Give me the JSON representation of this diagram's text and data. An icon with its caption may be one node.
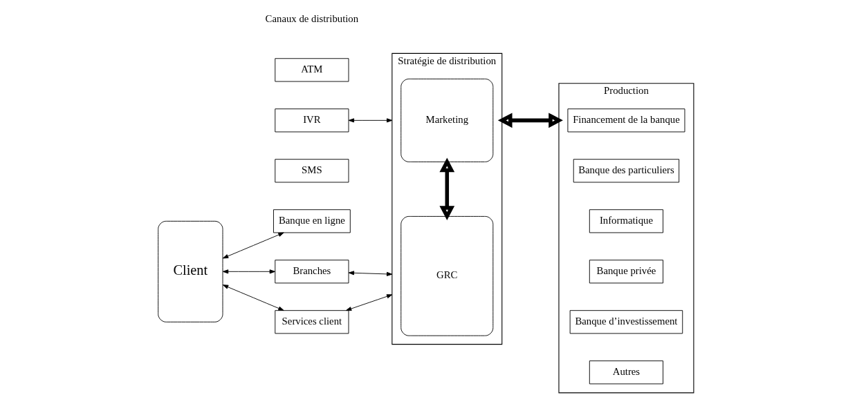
{
  "diagram": {
    "nodes": [
      {
        "text": [
          "Client"
        ]
      },
      {
        "text": [
          "ATM"
        ]
      },
      {
        "text": [
          "IVR"
        ]
      },
      {
        "text": [
          "SMS"
        ]
      },
      {
        "text": [
          "Banque en ligne"
        ]
      },
      {
        "text": [
          "Branches"
        ]
      },
      {
        "text": [
          "Services client"
        ]
      },
      {
        "text": [
          "Stratégie de distribution"
        ]
      },
      {
        "text": [
          "Marketing"
        ],
        "in": 7
      },
      {
        "text": [
          "GRC"
        ],
        "in": 7
      },
      {
        "text": [
          "Production"
        ]
      },
      {
        "text": [
          "Financement de la banque"
        ],
        "in": 10
      },
      {
        "text": [
          "Banque des particuliers"
        ],
        "in": 10
      },
      {
        "text": [
          "Informatique"
        ],
        "in": 10
      },
      {
        "text": [
          "Banque privée"
        ],
        "in": 10
      },
      {
        "text": [
          "Banque d’investissement"
        ],
        "in": 10
      },
      {
        "text": [
          "Autres"
        ],
        "in": 10
      }
    ],
    "edges": [
      {
        "from": 0,
        "to": 4,
        "arrow": "both"
      },
      {
        "from": 0,
        "to": 5,
        "arrow": "both"
      },
      {
        "from": 0,
        "to": 6,
        "arrow": "both"
      },
      {
        "from": 2,
        "to": 7,
        "arrow": "both"
      },
      {
        "from": 5,
        "to": 7,
        "arrow": "both"
      },
      {
        "from": 6,
        "to": 7,
        "arrow": "both"
      },
      {
        "from": 8,
        "to": 9,
        "arrow": "both",
        "style": "thick"
      },
      {
        "from": 7,
        "to": 10,
        "arrow": "both",
        "style": "thick"
      }
    ],
    "labels": [
      "Canaux de distribution"
    ]
  }
}
